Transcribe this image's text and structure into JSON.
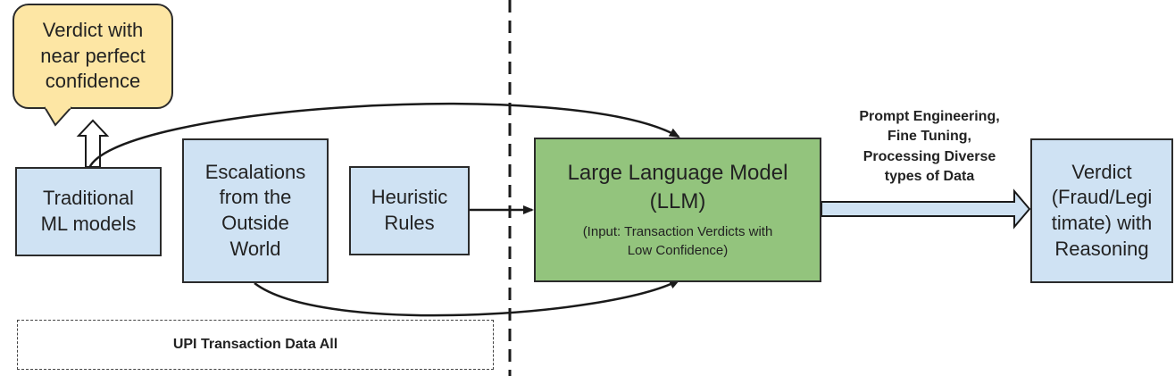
{
  "nodes": {
    "verdict_confident": "Verdict with\nnear perfect\nconfidence",
    "traditional_ml": "Traditional\nML models",
    "escalations": "Escalations\nfrom the\nOutside\nWorld",
    "heuristic": "Heuristic\nRules",
    "llm_title": "Large Language Model\n(LLM)",
    "llm_input": "(Input: Transaction Verdicts with\nLow Confidence)",
    "verdict_final": "Verdict\n(Fraud/Legi\ntimate) with\nReasoning",
    "upi_data": "UPI Transaction Data All"
  },
  "edge_labels": {
    "llm_to_verdict": "Prompt Engineering,\nFine Tuning,\nProcessing Diverse\ntypes of Data"
  },
  "colors": {
    "box_blue": "#cfe2f3",
    "llm_green": "#93c47d",
    "note_yellow": "#fde6a4",
    "stroke": "#1a1a1a"
  }
}
